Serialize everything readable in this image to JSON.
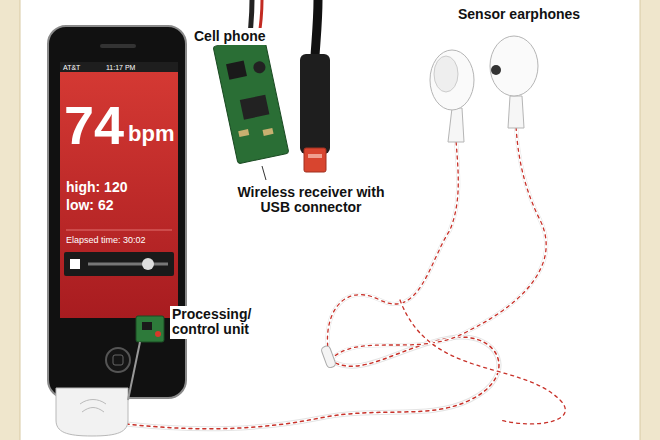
{
  "diagram": {
    "labels": [
      "Cell phone",
      "Sensor earphones",
      "Wireless receiver with USB connector",
      "Processing/ control unit",
      "AT&T",
      "11:17 PM",
      "74",
      "bpm",
      "high: 120",
      "low: 62",
      "Elapsed time: 30:02"
    ]
  }
}
